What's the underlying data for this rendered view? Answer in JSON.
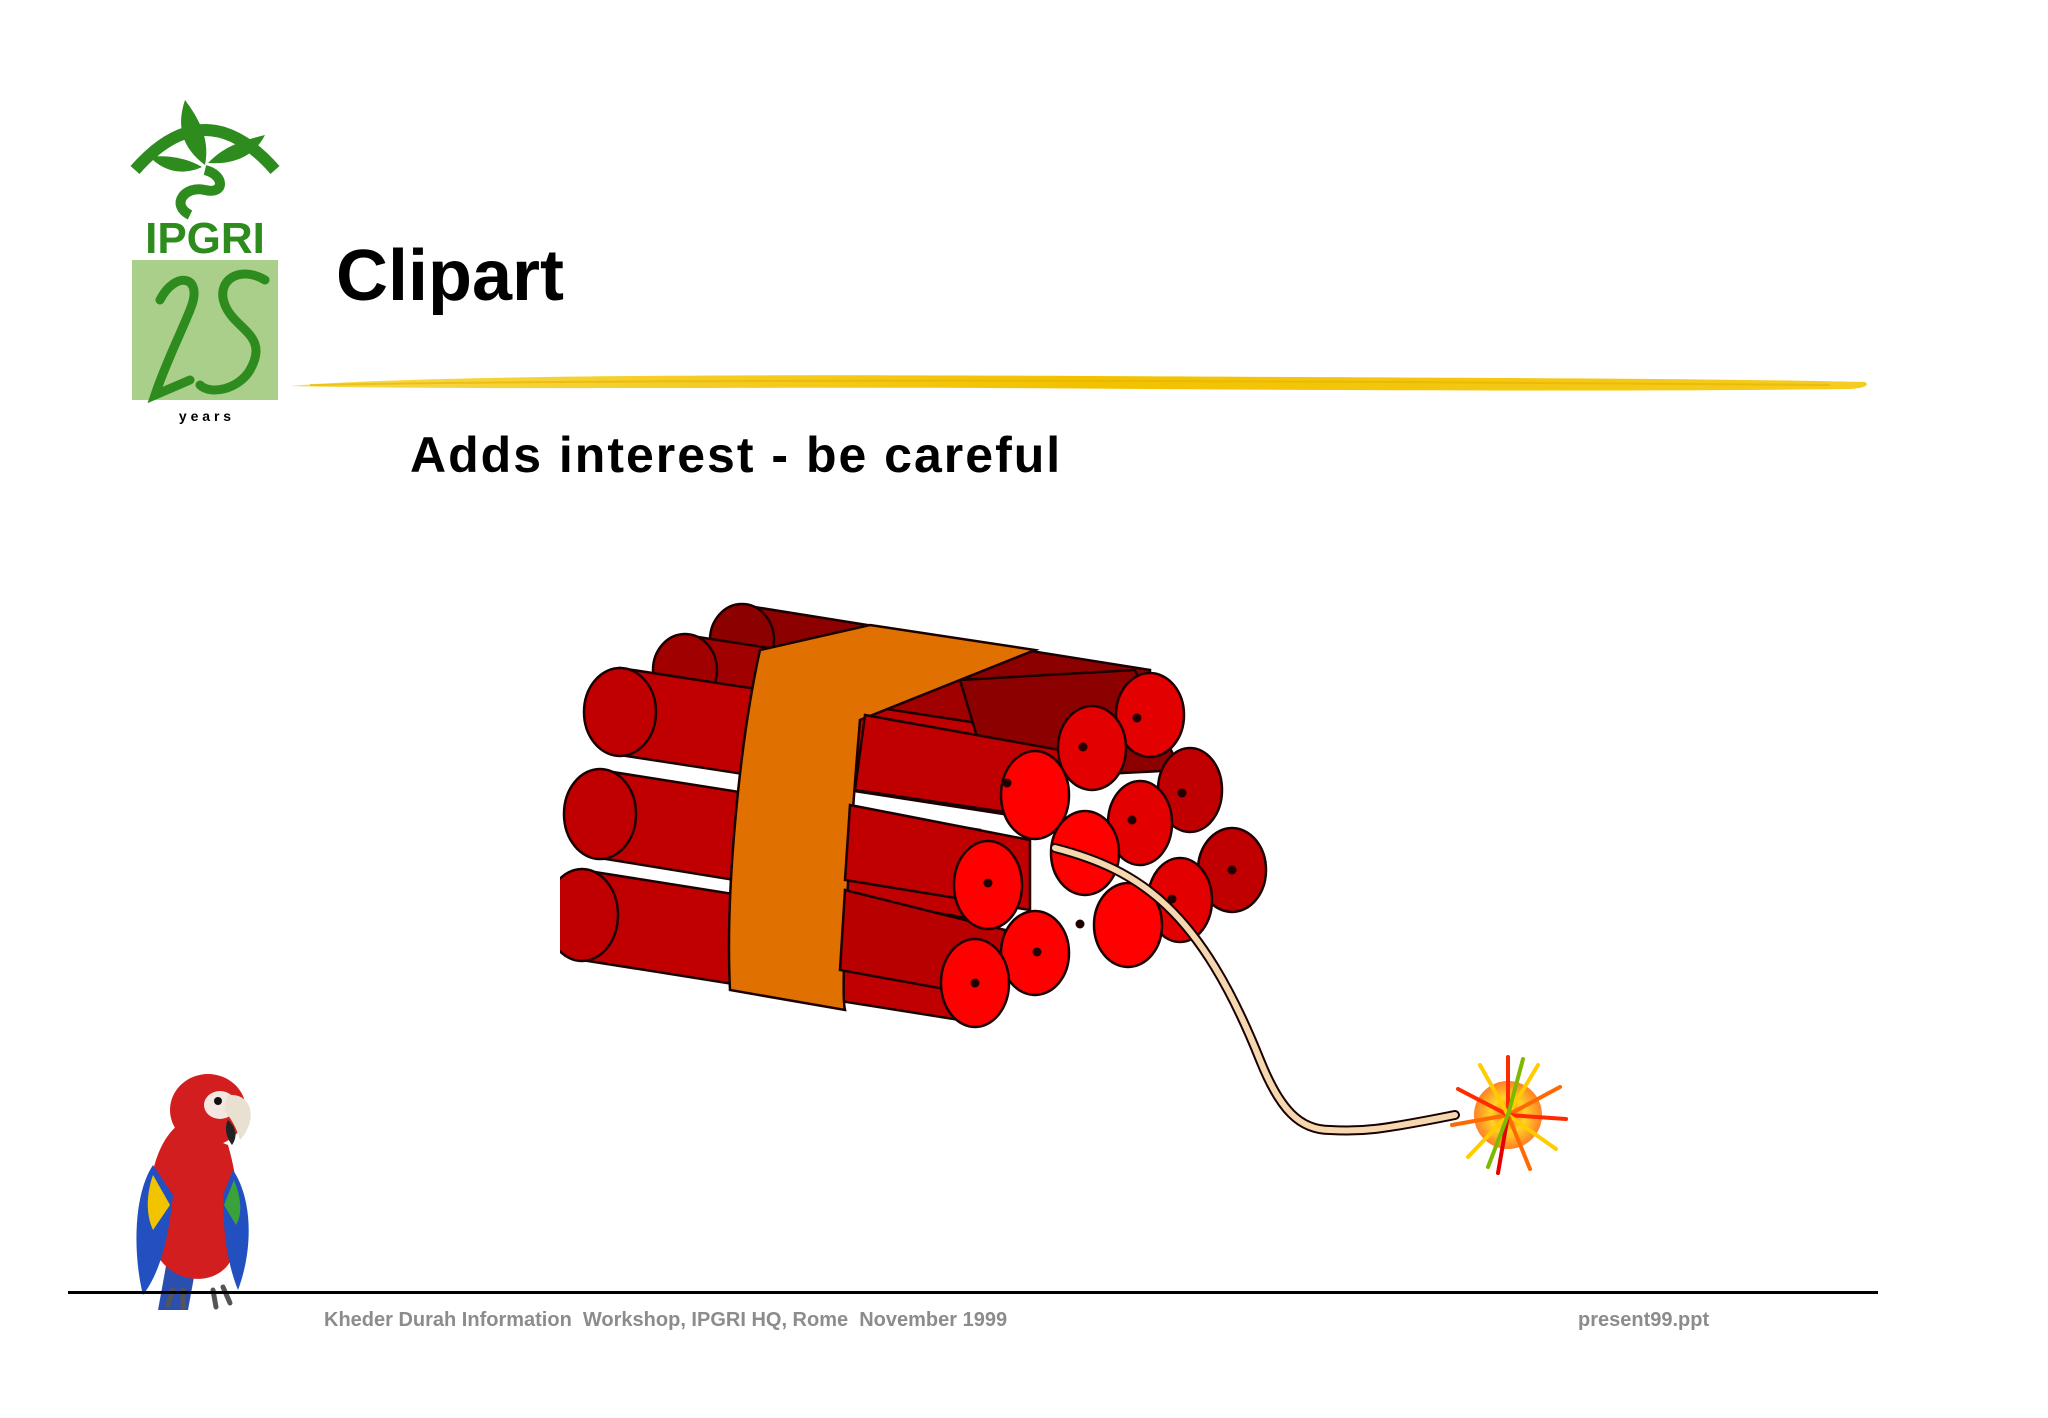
{
  "slide": {
    "title": "Clipart",
    "subtitle": "Adds interest - be careful"
  },
  "logo": {
    "name": "IPGRI",
    "anniversary": "25",
    "caption": "y e a r s"
  },
  "footer": {
    "left": "Kheder Durah Information  Workshop, IPGRI HQ, Rome  November 1999",
    "right": "present99.ppt"
  },
  "colors": {
    "title_text": "#000000",
    "accent_brush": "#f2c200",
    "logo_green": "#2e8b1e",
    "logo_light_green": "#a9cf8a",
    "dynamite_red": "#d10000",
    "band_orange": "#e07000",
    "footer_text": "#8c8c8c"
  },
  "images": {
    "logo": "ipgri-logo",
    "clipart": "dynamite-bundle-with-lit-fuse",
    "mascot": "scarlet-macaw-parrot"
  }
}
